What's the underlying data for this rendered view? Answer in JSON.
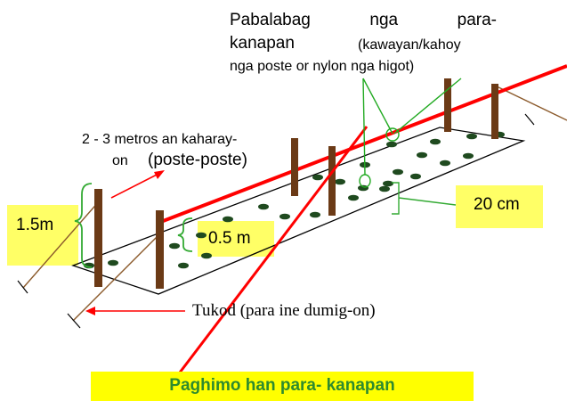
{
  "colors": {
    "highlight": "#ffff66",
    "title_bar": "#ffff00",
    "title_text": "#2e8b2e",
    "post": "#6b3a16",
    "wire": "#ff0000",
    "callout": "#22aa22",
    "seed": "#1f4a1f",
    "brace": "#33aa33",
    "arrow": "#ff0000"
  },
  "labels": {
    "trellis_line1": [
      "Pabalabag",
      "nga",
      "para-"
    ],
    "trellis_line2_a": "kanapan",
    "trellis_line2_b": "(kawayan/kahoy",
    "trellis_line3": "nga poste or nylon nga higot)",
    "spacing_line1": "2 - 3 metros an kaharay-",
    "spacing_line2_a": "on",
    "spacing_line2_b": "(poste-poste)",
    "height_post": "1.5m",
    "height_short": "0.5 m",
    "seed_gap": "20 cm",
    "prop": "Tukod (para ine dumig-on)"
  },
  "title": "Paghimo han para- kanapan"
}
